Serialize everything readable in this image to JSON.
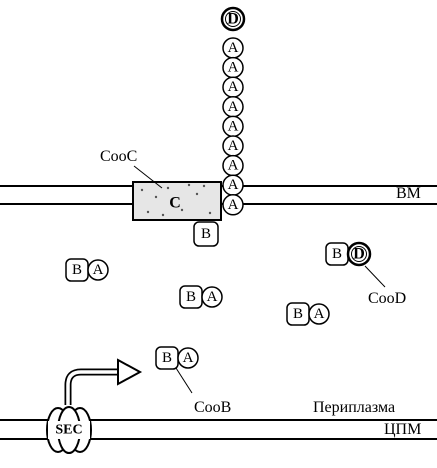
{
  "labels": {
    "cooc": "CooC",
    "cood": "CooD",
    "coob": "CooB",
    "bm": "BM",
    "periplasm": "Периплазма",
    "cpm": "ЦПМ"
  },
  "subunits": {
    "A": "A",
    "B": "B",
    "C": "C",
    "D": "D"
  },
  "translocon": "SEC"
}
